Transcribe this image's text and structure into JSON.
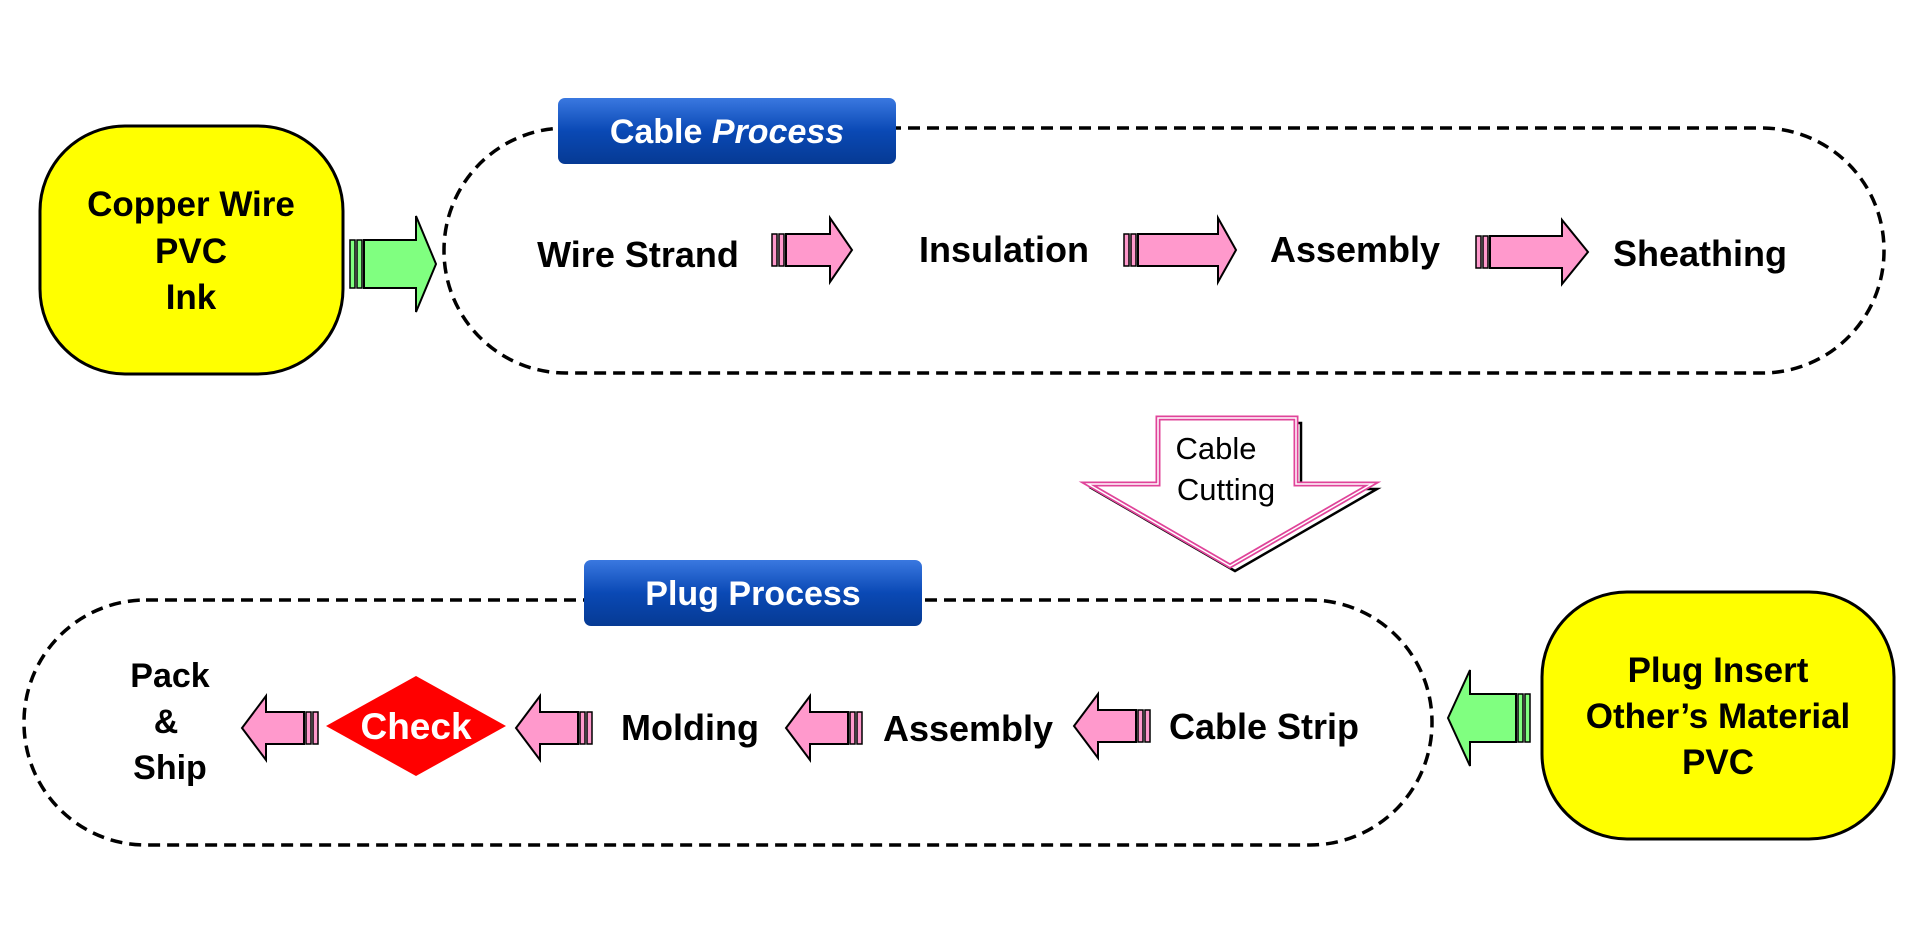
{
  "colors": {
    "yellow": "#ffff00",
    "banner_blue": "#0a49b5",
    "pink_arrow": "#ff99cc",
    "green_arrow": "#80ff80",
    "check_red": "#ff0000",
    "cutting_outline": "#e0449a"
  },
  "raw_materials": {
    "lines": [
      "Copper Wire",
      "PVC",
      "Ink"
    ]
  },
  "cable_process": {
    "title_plain": "Cable ",
    "title_italic": "Process",
    "steps": [
      "Wire Strand",
      "Insulation",
      "Assembly",
      "Sheathing"
    ]
  },
  "cable_cutting": {
    "lines": [
      "Cable",
      "Cutting"
    ]
  },
  "plug_process": {
    "title": "Plug Process",
    "steps": [
      "Cable Strip",
      "Assembly",
      "Molding"
    ],
    "check": "Check",
    "final_lines": [
      "Pack",
      "&",
      "Ship"
    ]
  },
  "plug_materials": {
    "lines": [
      "Plug Insert",
      "Other’s Material",
      "PVC"
    ]
  }
}
